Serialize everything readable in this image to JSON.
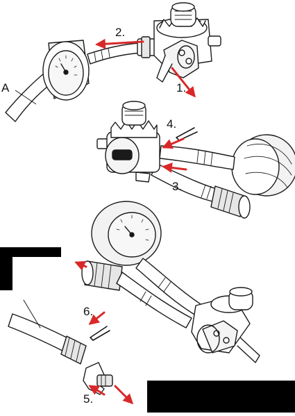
{
  "diagram": {
    "labels": {
      "a": "A",
      "step1": "1.",
      "step2": "2.",
      "step3": "3.",
      "step4": "4.",
      "step5": "5.",
      "step6": "6."
    },
    "colors": {
      "arrow": "#d9282a",
      "line": "#1a1a1a",
      "fill": "#ffffff",
      "shade": "#e6e6e6",
      "block": "#000000"
    }
  }
}
